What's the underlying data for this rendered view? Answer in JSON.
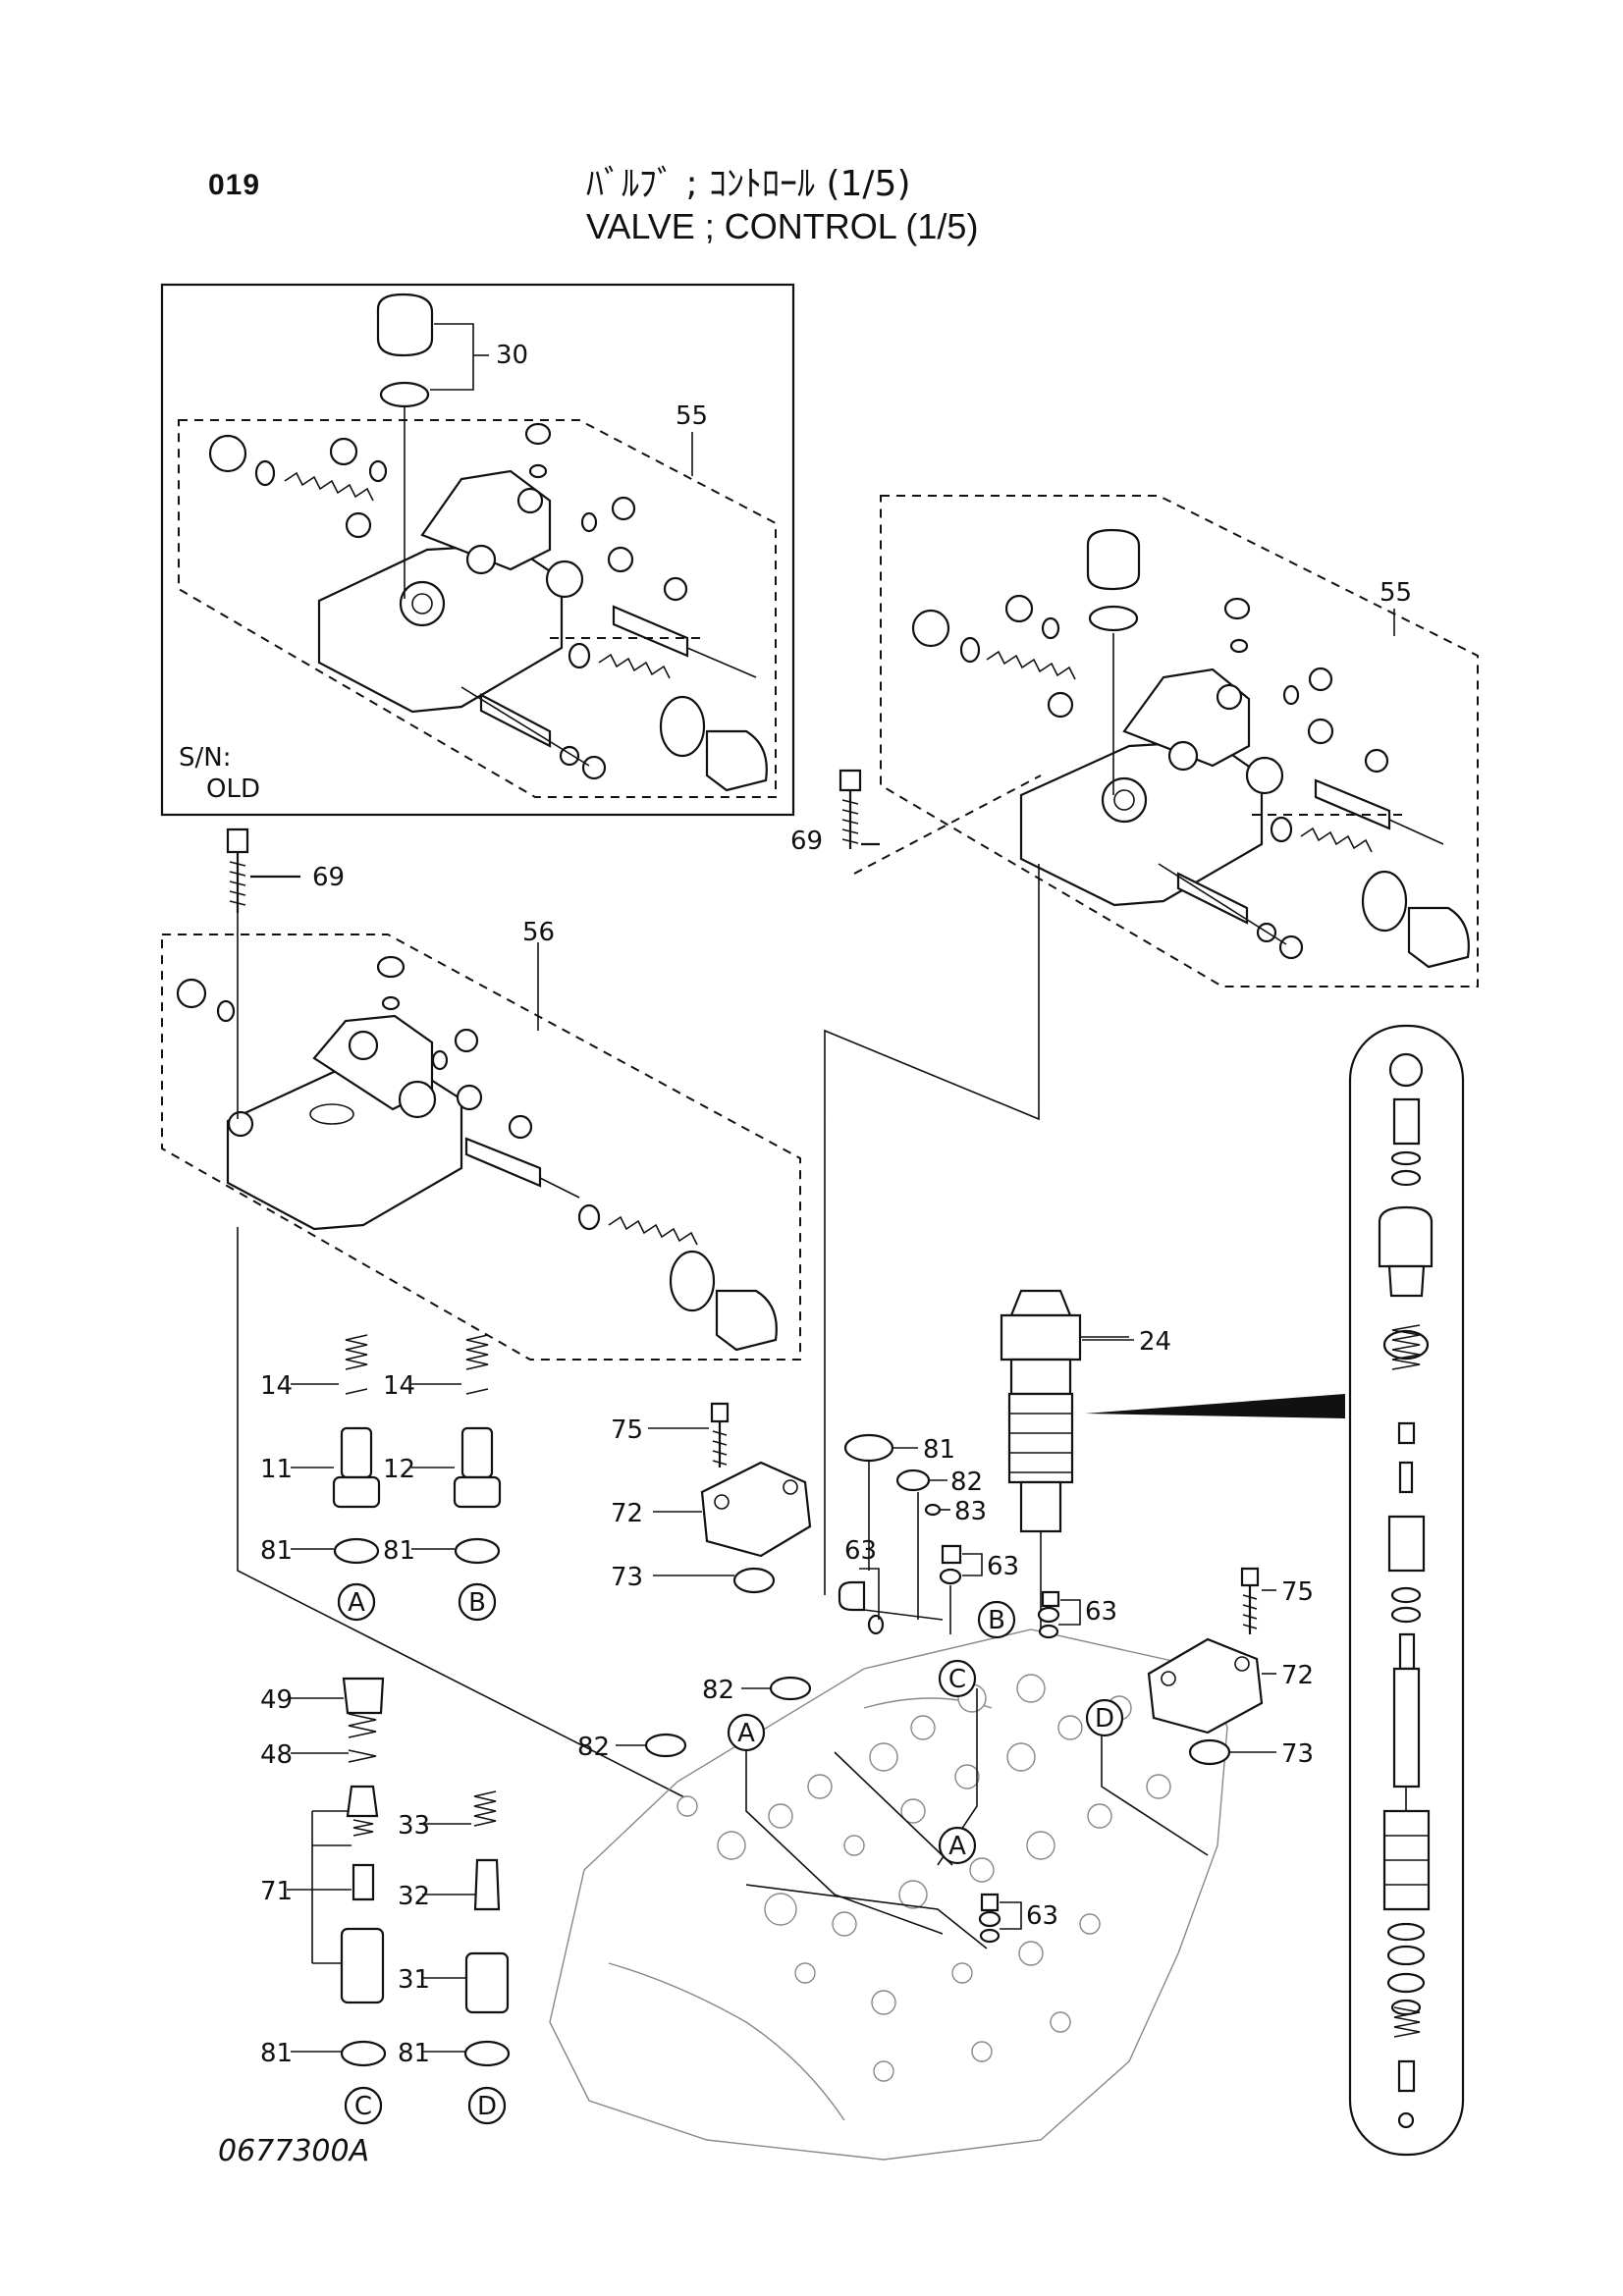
{
  "header": {
    "page_code": "019",
    "title_jp": "ﾊﾞﾙﾌﾞ ; ｺﾝﾄﾛｰﾙ (1/5)",
    "title_en": "VALVE ; CONTROL (1/5)"
  },
  "old_box": {
    "sn_label": "S/N:",
    "sn_value": "OLD"
  },
  "drawing_number": "0677300A",
  "callouts": [
    {
      "label": "30"
    },
    {
      "label": "55"
    },
    {
      "label": "55"
    },
    {
      "label": "69"
    },
    {
      "label": "69"
    },
    {
      "label": "56"
    },
    {
      "label": "14"
    },
    {
      "label": "14"
    },
    {
      "label": "11"
    },
    {
      "label": "12"
    },
    {
      "label": "81"
    },
    {
      "label": "81"
    },
    {
      "label": "49"
    },
    {
      "label": "48"
    },
    {
      "label": "33"
    },
    {
      "label": "71"
    },
    {
      "label": "32"
    },
    {
      "label": "31"
    },
    {
      "label": "81"
    },
    {
      "label": "81"
    },
    {
      "label": "75"
    },
    {
      "label": "72"
    },
    {
      "label": "73"
    },
    {
      "label": "81"
    },
    {
      "label": "82"
    },
    {
      "label": "83"
    },
    {
      "label": "63"
    },
    {
      "label": "63"
    },
    {
      "label": "63"
    },
    {
      "label": "82"
    },
    {
      "label": "82"
    },
    {
      "label": "24"
    },
    {
      "label": "75"
    },
    {
      "label": "72"
    },
    {
      "label": "73"
    },
    {
      "label": "63"
    }
  ],
  "ref_markers": [
    {
      "letter": "A"
    },
    {
      "letter": "B"
    },
    {
      "letter": "C"
    },
    {
      "letter": "D"
    },
    {
      "letter": "B"
    },
    {
      "letter": "C"
    },
    {
      "letter": "A"
    },
    {
      "letter": "D"
    },
    {
      "letter": "A"
    }
  ]
}
